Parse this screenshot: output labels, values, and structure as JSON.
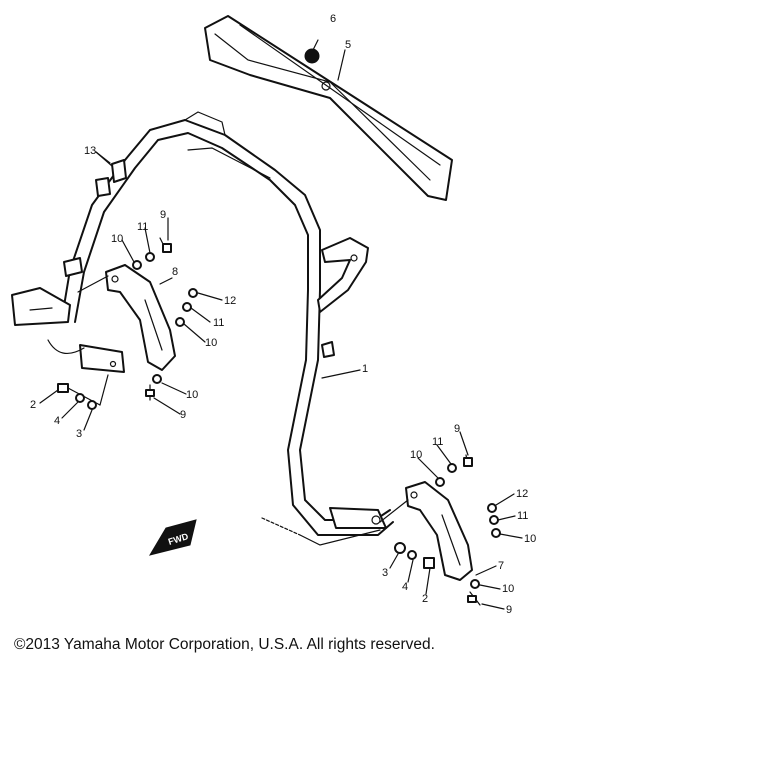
{
  "callouts": [
    {
      "id": "c1",
      "text": "1"
    },
    {
      "id": "c2a",
      "text": "2"
    },
    {
      "id": "c2b",
      "text": "2"
    },
    {
      "id": "c3a",
      "text": "3"
    },
    {
      "id": "c3b",
      "text": "3"
    },
    {
      "id": "c4a",
      "text": "4"
    },
    {
      "id": "c4b",
      "text": "4"
    },
    {
      "id": "c5",
      "text": "5"
    },
    {
      "id": "c6",
      "text": "6"
    },
    {
      "id": "c7",
      "text": "7"
    },
    {
      "id": "c8",
      "text": "8"
    },
    {
      "id": "c9a",
      "text": "9"
    },
    {
      "id": "c9b",
      "text": "9"
    },
    {
      "id": "c9c",
      "text": "9"
    },
    {
      "id": "c9d",
      "text": "9"
    },
    {
      "id": "c10a",
      "text": "10"
    },
    {
      "id": "c10b",
      "text": "10"
    },
    {
      "id": "c10c",
      "text": "10"
    },
    {
      "id": "c10d",
      "text": "10"
    },
    {
      "id": "c10e",
      "text": "10"
    },
    {
      "id": "c10f",
      "text": "10"
    },
    {
      "id": "c11a",
      "text": "11"
    },
    {
      "id": "c11b",
      "text": "11"
    },
    {
      "id": "c11c",
      "text": "11"
    },
    {
      "id": "c11d",
      "text": "11"
    },
    {
      "id": "c12a",
      "text": "12"
    },
    {
      "id": "c12b",
      "text": "12"
    },
    {
      "id": "c13",
      "text": "13"
    }
  ],
  "fwd_symbol": "FWD",
  "copyright": "©2013 Yamaha Motor Corporation, U.S.A. All rights reserved."
}
